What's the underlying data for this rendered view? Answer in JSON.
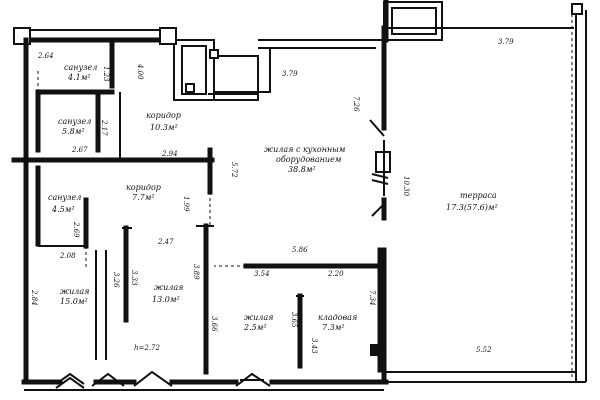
{
  "rooms": {
    "sanuzel1": {
      "name": "санузел",
      "area": "4.1м²"
    },
    "sanuzel2": {
      "name": "санузел",
      "area": "5.8м²"
    },
    "koridor1": {
      "name": "коридор",
      "area": "10.3м²"
    },
    "zhilaya_kuhnya": {
      "name": "жилая с кухонным",
      "name2": "оборудованием",
      "area": "38.8м²"
    },
    "terrasa": {
      "name": "терраса",
      "area": "17.3(57.6)м²"
    },
    "koridor2": {
      "name": "коридор",
      "area": "7.7м²"
    },
    "sanuzel3": {
      "name": "санузел",
      "area": "4.5м²"
    },
    "zhilaya1": {
      "name": "жилая",
      "area": "15.0м²"
    },
    "zhilaya2": {
      "name": "жилая",
      "area": "13.0м²"
    },
    "zhilaya3": {
      "name": "жилая",
      "area": "2.5м²"
    },
    "kladovaya": {
      "name": "кладовая",
      "area": "7.3м²"
    }
  },
  "dims": {
    "d264": "2.64",
    "d123": "1.23",
    "d400": "4.00",
    "d379a": "3.79",
    "d379b": "3.79",
    "d726": "7.26",
    "d217": "2.17",
    "d267": "2.67",
    "d294": "2.94",
    "d572": "5.72",
    "d1030": "10.30",
    "d199": "1.99",
    "d269": "2.69",
    "d247": "2.47",
    "d208": "2.08",
    "d586": "5.86",
    "d354": "3.54",
    "d220": "2.20",
    "d326": "3.26",
    "d333": "3.33",
    "d389": "3.89",
    "d284": "2.84",
    "d366": "3.66",
    "d365": "3.65",
    "d343": "3.43",
    "d734": "7.34",
    "d552": "5.52",
    "height": "h=2.72"
  }
}
